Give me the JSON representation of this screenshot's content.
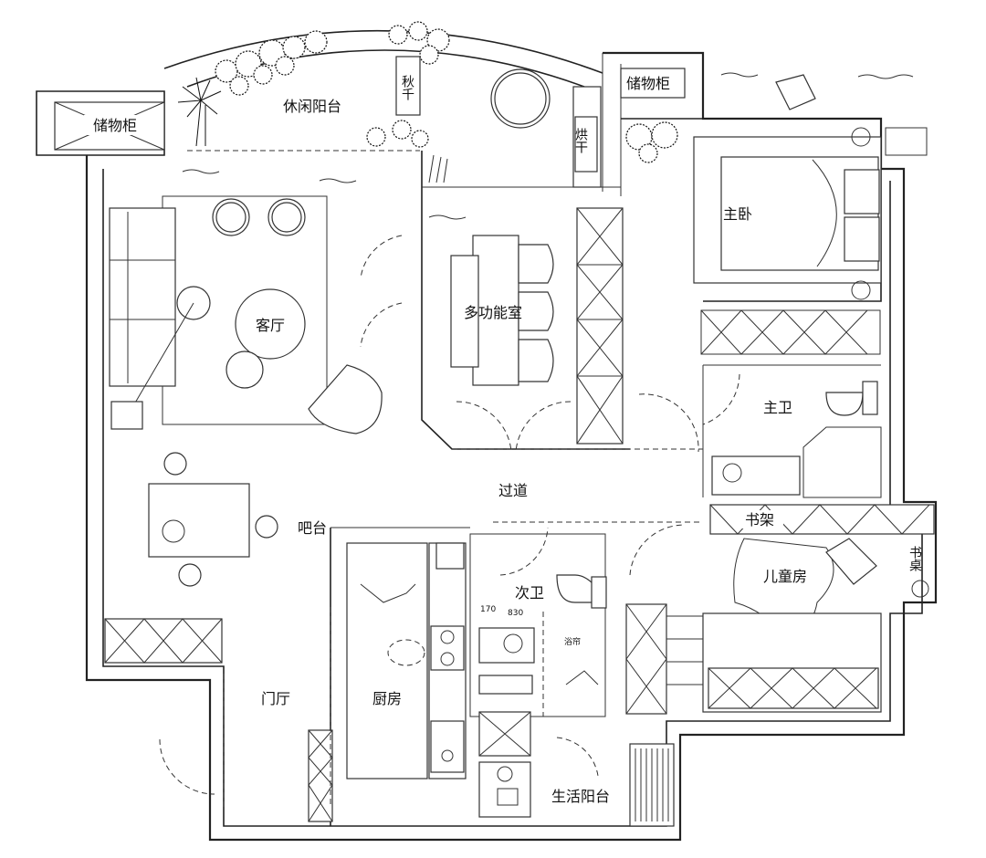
{
  "plan": {
    "rooms": {
      "storage_left": "储物柜",
      "leisure_balcony": "休闲阳台",
      "swing": "秋千",
      "storage_right": "储物柜",
      "dryer": "烘干",
      "master_bedroom": "主卧",
      "living_room": "客厅",
      "multi_room": "多功能室",
      "master_bath": "主卫",
      "corridor": "过道",
      "bar": "吧台",
      "bookshelf": "书架",
      "desk": "书桌",
      "second_bath": "次卫",
      "kids_room": "儿童房",
      "foyer": "门厅",
      "kitchen": "厨房",
      "utility_balcony": "生活阳台",
      "shower_curtain": "浴帘"
    },
    "dimensions": [
      "170",
      "830"
    ]
  }
}
